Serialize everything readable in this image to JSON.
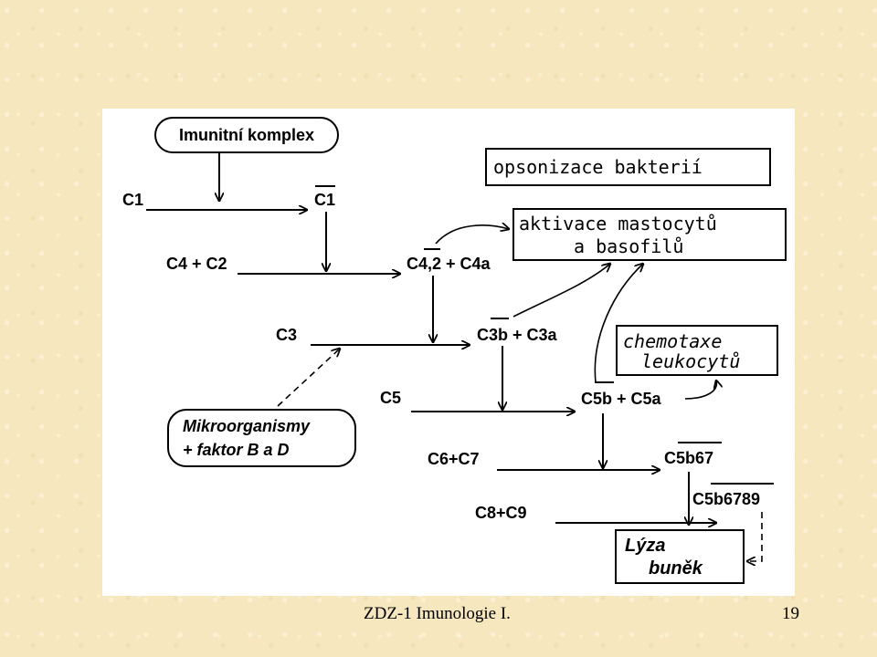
{
  "diagram": {
    "source_label": "Imunitní komplex",
    "nodes": {
      "c1": "C1",
      "c1_active": "C1",
      "c4_c2": "C4 + C2",
      "c42_c4a": "C4,2 + C4a",
      "c3": "C3",
      "c3b_c3a": "C3b + C3a",
      "c5": "C5",
      "c5b_c5a": "C5b + C5a",
      "c6_c7": "C6+C7",
      "c5b67": "C5b67",
      "c8_c9": "C8+C9",
      "c5b6789": "C5b6789"
    },
    "boxes": {
      "opsonization": "opsonizace bakterií",
      "mast_activation_line1": "aktivace mastocytů",
      "mast_activation_line2": "a basofilů",
      "chemotaxis_line1": "chemotaxe",
      "chemotaxis_line2": "leukocytů",
      "microorganisms_line1": "Mikroorganismy",
      "microorganisms_line2": "+ faktor B a D",
      "lysis_line1": "Lýza",
      "lysis_line2": "buněk"
    }
  },
  "footer": {
    "course": "ZDZ-1   Imunologie I.",
    "page_number": "19"
  }
}
